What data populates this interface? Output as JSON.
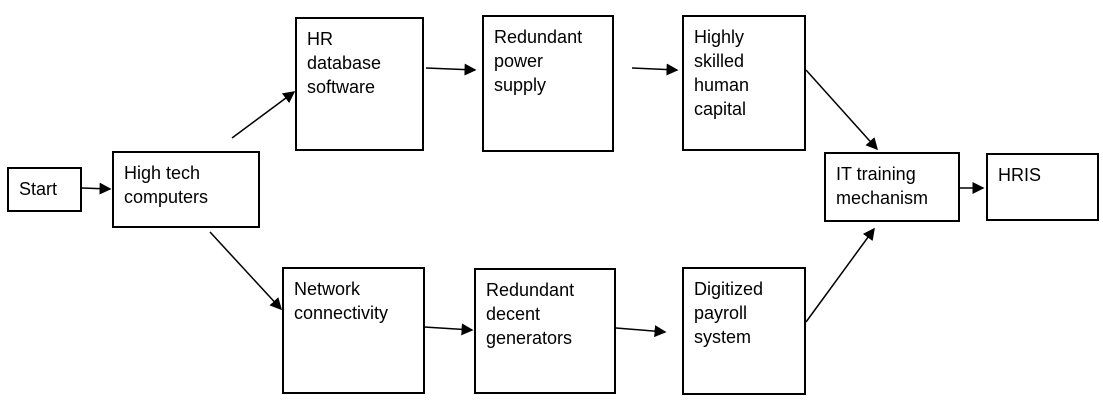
{
  "nodes": {
    "start": "Start",
    "high_tech": "High tech\ncomputers",
    "hr_db": "HR\ndatabase\nsoftware",
    "redundant_power": "Redundant\npower\nsupply",
    "skilled": "Highly\nskilled\nhuman\ncapital",
    "network": "Network\nconnectivity",
    "generators": "Redundant\ndecent\ngenerators",
    "payroll": "Digitized\npayroll\nsystem",
    "it_training": "IT training\nmechanism",
    "hris": "HRIS"
  },
  "edges": [
    {
      "from": "Start",
      "to": "High tech computers"
    },
    {
      "from": "High tech computers",
      "to": "HR database software"
    },
    {
      "from": "High tech computers",
      "to": "Network connectivity"
    },
    {
      "from": "HR database software",
      "to": "Redundant power supply"
    },
    {
      "from": "Redundant power supply",
      "to": "Highly skilled human capital"
    },
    {
      "from": "Highly skilled human capital",
      "to": "IT training mechanism"
    },
    {
      "from": "Network connectivity",
      "to": "Redundant decent generators"
    },
    {
      "from": "Redundant decent generators",
      "to": "Digitized payroll system"
    },
    {
      "from": "Digitized payroll system",
      "to": "IT training mechanism"
    },
    {
      "from": "IT training mechanism",
      "to": "HRIS"
    }
  ],
  "colors": {
    "stroke": "#000000",
    "fill": "#ffffff",
    "text": "#000000"
  }
}
